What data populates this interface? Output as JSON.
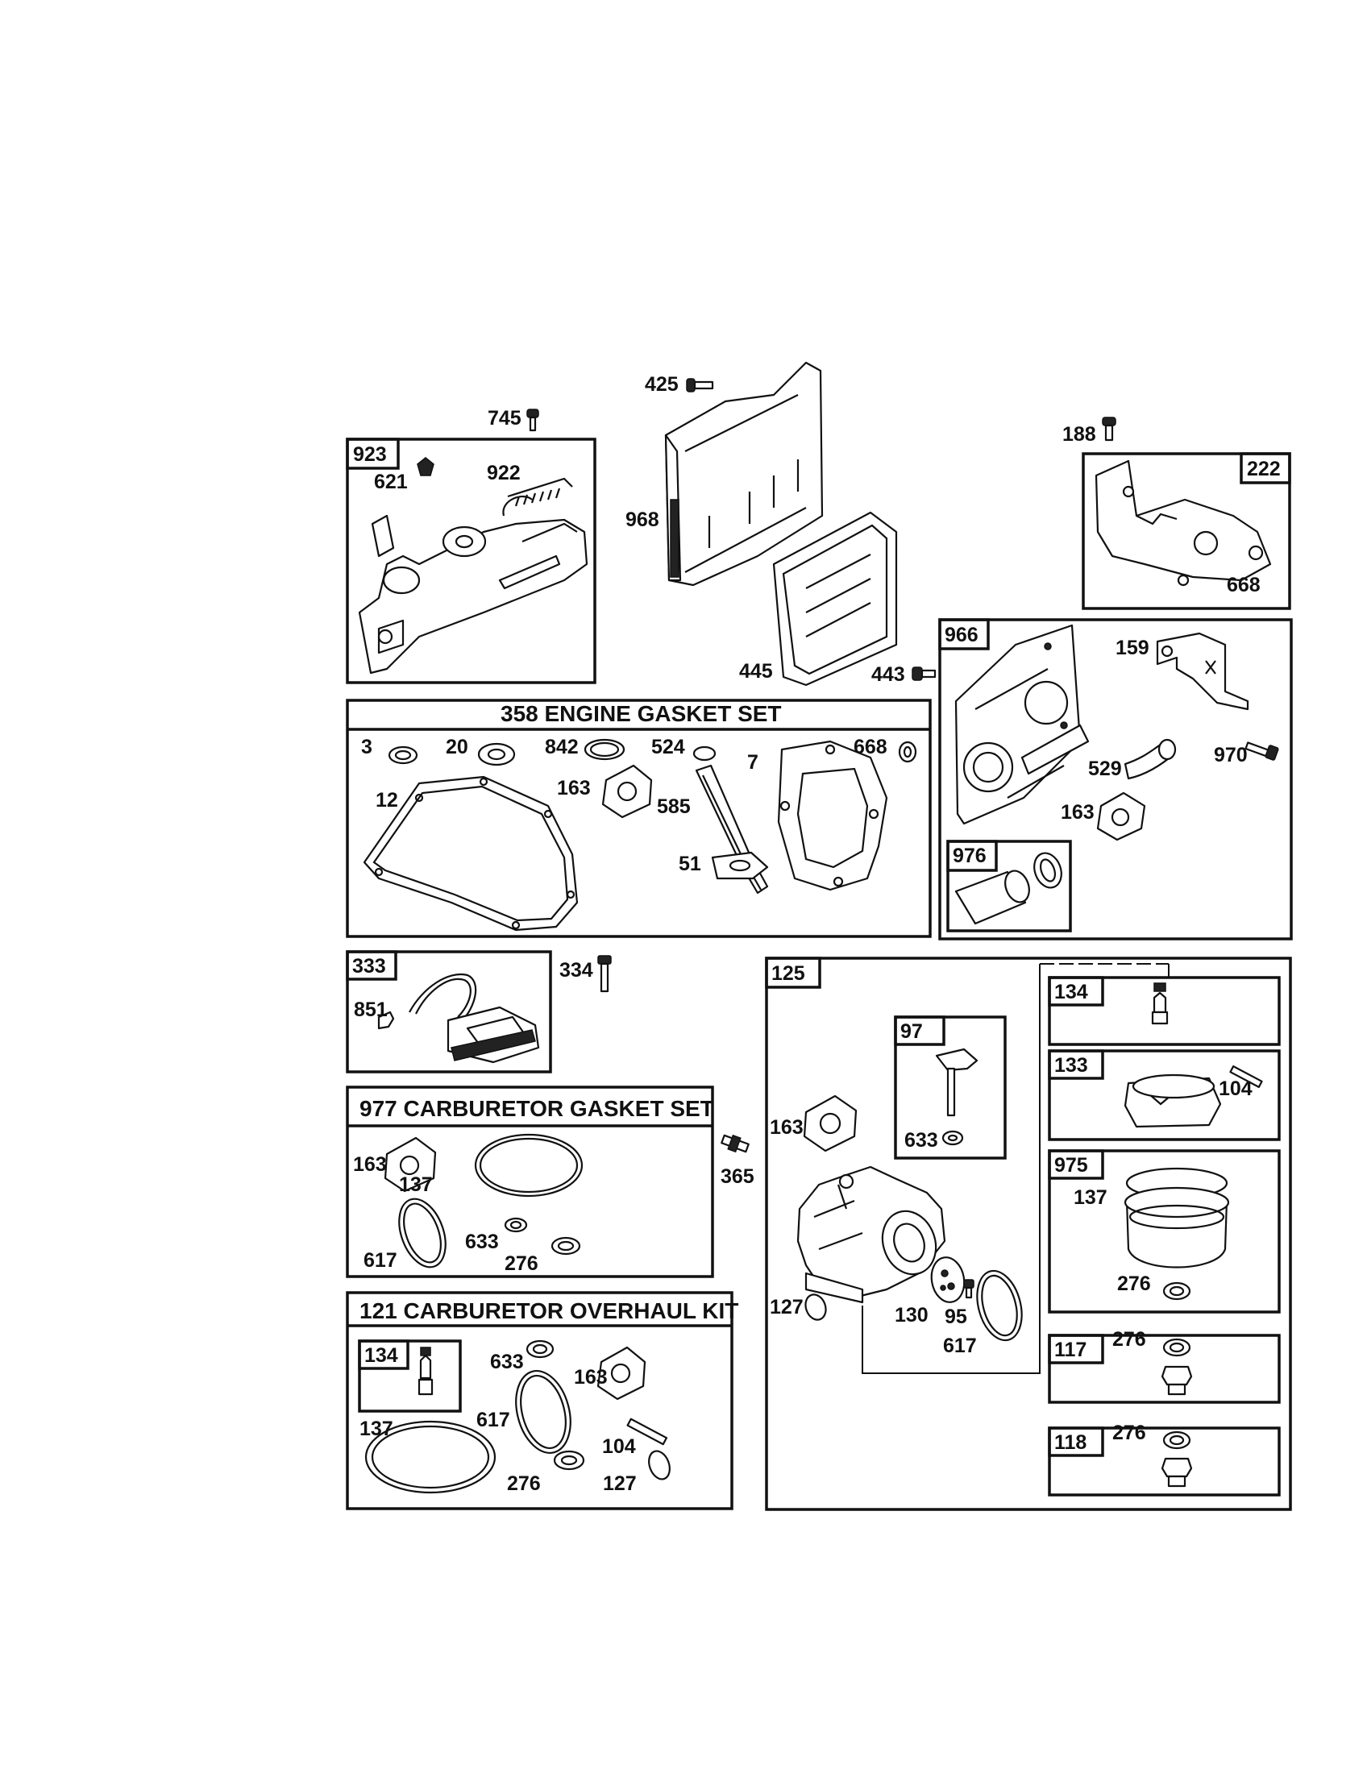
{
  "diagram": {
    "callouts": {
      "c745": "745",
      "c425": "425",
      "c188": "188",
      "c968": "968",
      "c445": "445",
      "c443": "443",
      "c621": "621",
      "c922": "922",
      "c668a": "668",
      "c159": "159",
      "c970": "970",
      "c529": "529",
      "c163a": "163",
      "c3": "3",
      "c20": "20",
      "c842": "842",
      "c524": "524",
      "c668b": "668",
      "c7": "7",
      "c12": "12",
      "c163b": "163",
      "c585": "585",
      "c51": "51",
      "c851": "851",
      "c334": "334",
      "c365": "365",
      "c163c": "163",
      "c137a": "137",
      "c617a": "617",
      "c633a": "633",
      "c276a": "276",
      "c633b": "633",
      "c163d": "163",
      "c617b": "617",
      "c137b": "137",
      "c104a": "104",
      "c276b": "276",
      "c127a": "127",
      "c163e": "163",
      "c633c": "633",
      "c127b": "127",
      "c130": "130",
      "c95": "95",
      "c617c": "617",
      "c104b": "104",
      "c137c": "137",
      "c276c": "276",
      "c276d": "276",
      "c276e": "276"
    },
    "tags": {
      "t923": "923",
      "t222": "222",
      "t966": "966",
      "t976": "976",
      "t333": "333",
      "t125": "125",
      "t97": "97",
      "t134a": "134",
      "t133": "133",
      "t975": "975",
      "t117": "117",
      "t118": "118",
      "t134b": "134"
    },
    "titles": {
      "gasket_set": "358 ENGINE GASKET SET",
      "carb_gasket_set": "977 CARBURETOR GASKET SET",
      "overhaul_kit": "121 CARBURETOR OVERHAUL KIT"
    }
  }
}
